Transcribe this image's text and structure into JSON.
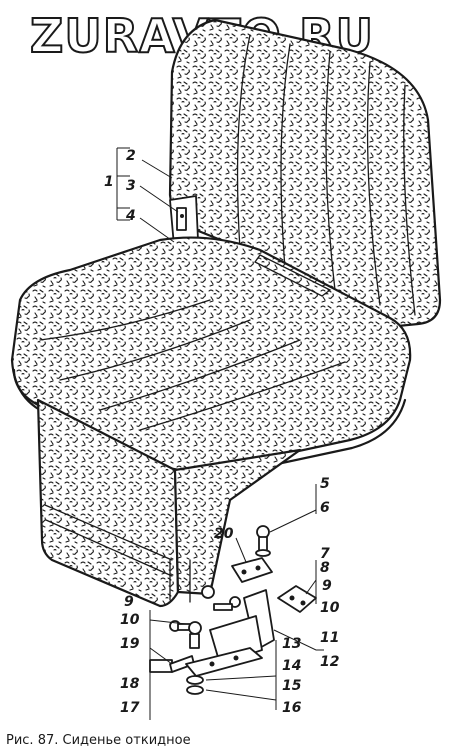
{
  "watermark": "ZURAVTO.RU",
  "caption": "Рис. 87. Сиденье откидное",
  "callouts": {
    "n1": "1",
    "n2": "2",
    "n3": "3",
    "n4": "4",
    "n5": "5",
    "n6": "6",
    "n7": "7",
    "n8": "8",
    "n9a": "9",
    "n10a": "10",
    "n9b": "9",
    "n10b": "10",
    "n11": "11",
    "n12": "12",
    "n13": "13",
    "n14": "14",
    "n15": "15",
    "n16": "16",
    "n17": "17",
    "n18": "18",
    "n19": "19",
    "n20": "20"
  }
}
